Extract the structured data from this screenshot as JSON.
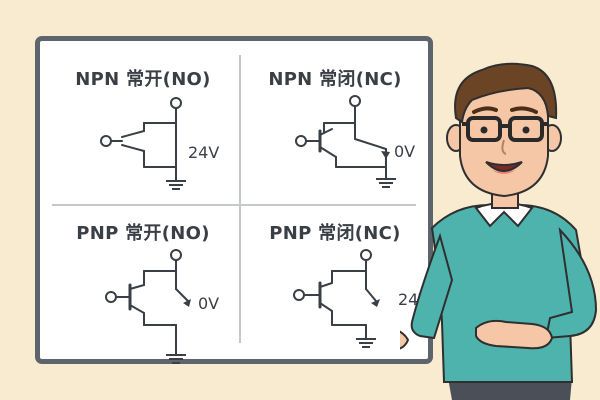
{
  "whiteboard": {
    "panels": [
      {
        "id": "npn-no",
        "title": "NPN 常开(NO)",
        "voltage": "24V"
      },
      {
        "id": "npn-nc",
        "title": "NPN 常闭(NC)",
        "voltage": "0V"
      },
      {
        "id": "pnp-no",
        "title": "PNP 常开(NO)",
        "voltage": "0V"
      },
      {
        "id": "pnp-nc",
        "title": "PNP 常闭(NC)",
        "voltage": "24V"
      }
    ]
  },
  "colors": {
    "background": "#f8ebcf",
    "board_frame": "#5e646b",
    "ink": "#3a3f45",
    "sweater": "#4fb3ad",
    "hair": "#6b4426",
    "skin": "#f6c7a6"
  },
  "icons": [
    "ground-icon",
    "terminal-icon",
    "transistor-icon",
    "teacher-illustration",
    "pointer-stick"
  ]
}
